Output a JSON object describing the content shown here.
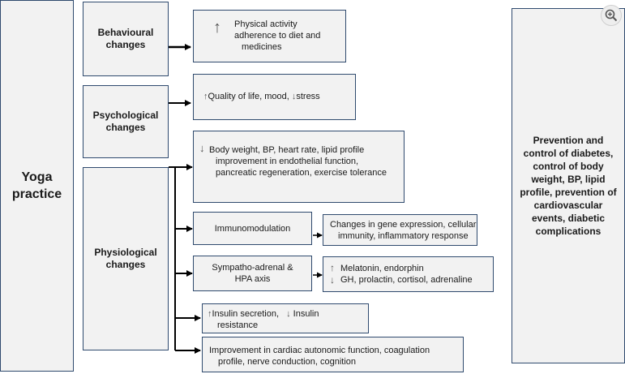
{
  "left": {
    "title": "Yoga practice"
  },
  "categories": {
    "behavioural": "Behavioural changes",
    "psychological": "Psychological changes",
    "physiological": "Physiological changes"
  },
  "effects": {
    "behavioural": {
      "line1": "Physical activity",
      "line2": "adherence to diet and",
      "line3": "medicines"
    },
    "psychological": {
      "text1": "Quality of life, mood,",
      "text2": "stress"
    },
    "physio_main": {
      "line1": "Body weight, BP, heart rate, lipid profile",
      "line2": "improvement in endothelial function,",
      "line3": "pancreatic regeneration, exercise tolerance"
    },
    "immuno": "Immunomodulation",
    "immuno_result": {
      "line1": "Changes in gene expression, cellular",
      "line2": "immunity, inflammatory response"
    },
    "sympatho": {
      "line1": "Sympatho-adrenal &",
      "line2": "HPA axis"
    },
    "sympatho_result": {
      "line1": "Melatonin, endorphin",
      "line2": "GH, prolactin, cortisol, adrenaline"
    },
    "insulin": {
      "text1": "Insulin secretion,",
      "text2": "Insulin",
      "line2": "resistance"
    },
    "cardiac": {
      "line1": "Improvement in cardiac autonomic function, coagulation",
      "line2": "profile, nerve conduction, cognition"
    }
  },
  "outcome": {
    "text": "Prevention and control of diabetes, control of body weight, BP, lipid profile, prevention of cardiovascular events, diabetic complications"
  },
  "icons": {
    "up": "arrow-up-icon",
    "down": "arrow-down-icon",
    "zoom": "zoom-in-icon"
  }
}
